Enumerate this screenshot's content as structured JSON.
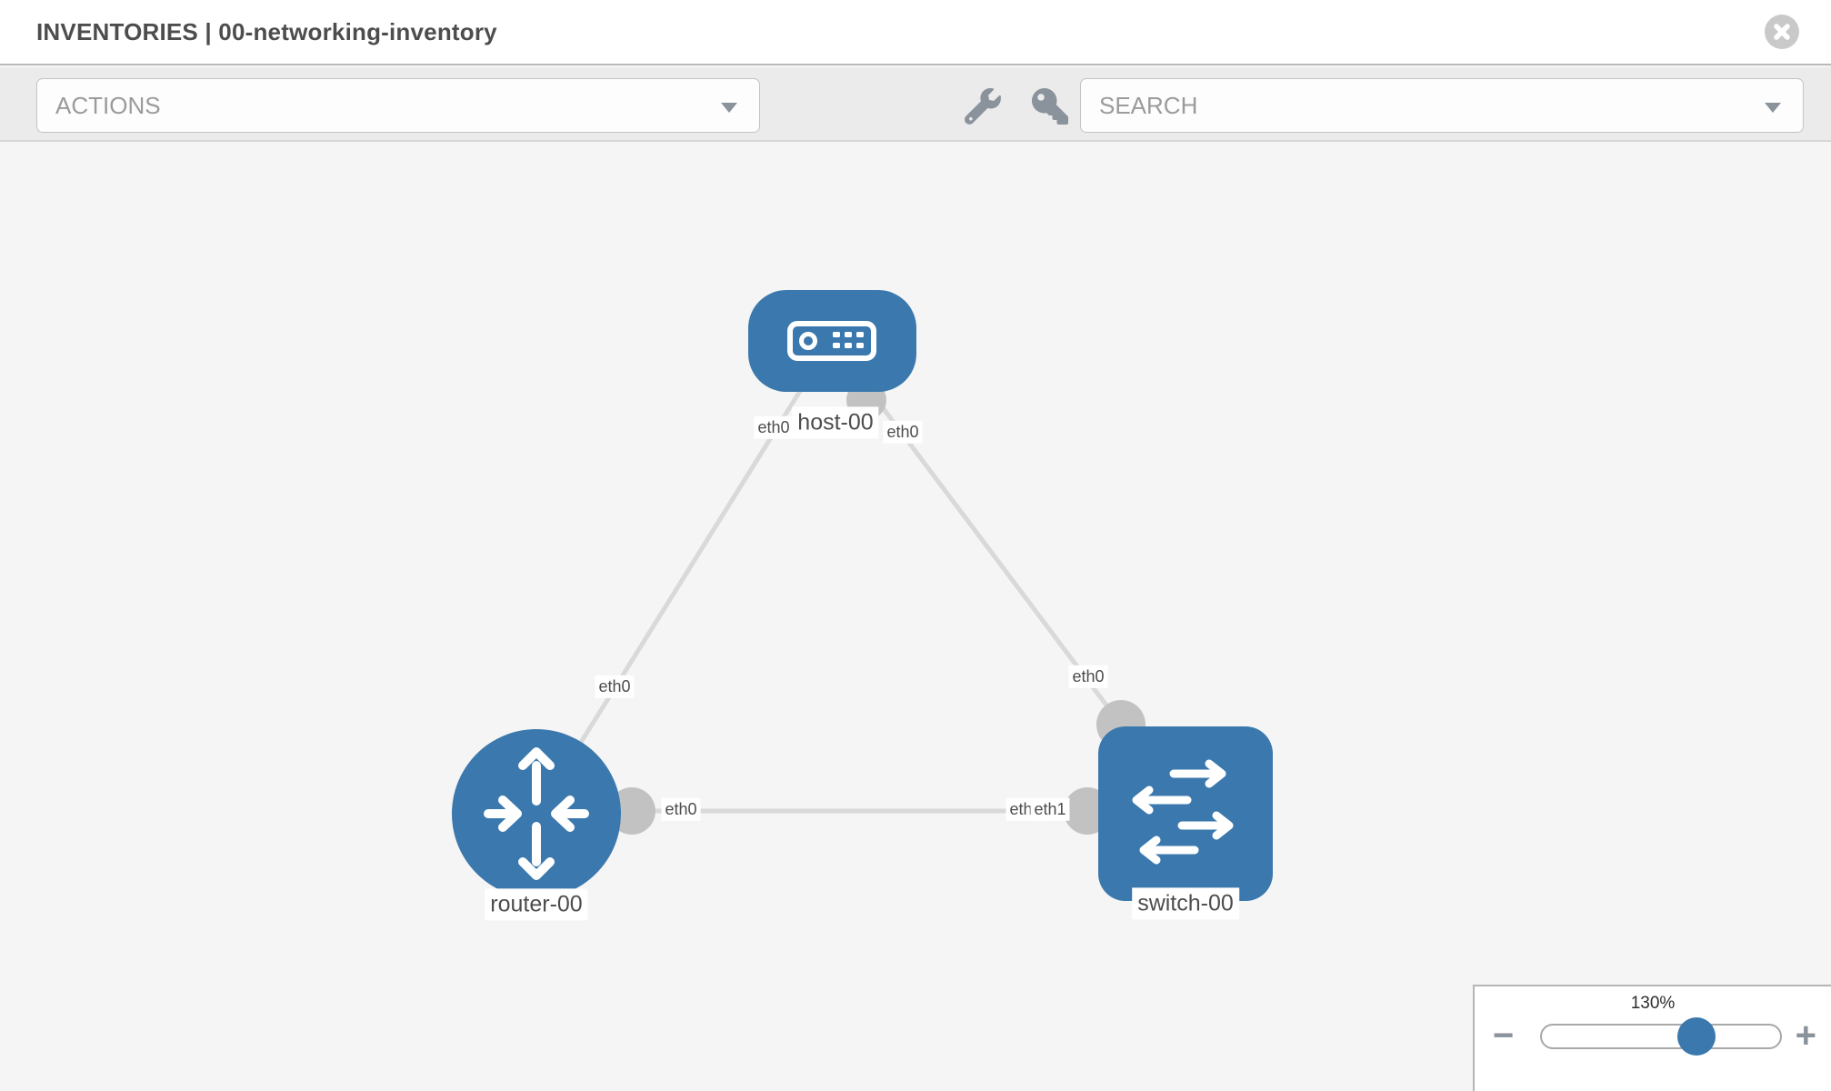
{
  "header": {
    "title": "INVENTORIES | 00-networking-inventory"
  },
  "toolbar": {
    "actions_placeholder": "ACTIONS",
    "search_placeholder": "SEARCH",
    "tools": [
      {
        "icon": "wrench-icon"
      },
      {
        "icon": "key-icon"
      }
    ]
  },
  "topology": {
    "nodes": [
      {
        "id": "host-00",
        "type": "host",
        "label": "host-00",
        "icon": "server-icon"
      },
      {
        "id": "router-00",
        "type": "router",
        "label": "router-00",
        "icon": "router-icon"
      },
      {
        "id": "switch-00",
        "type": "switch",
        "label": "switch-00",
        "icon": "switch-icon"
      }
    ],
    "links": [
      {
        "source": "host-00",
        "target": "router-00",
        "source_interface": "eth0",
        "target_interface": "eth0"
      },
      {
        "source": "host-00",
        "target": "switch-00",
        "source_interface": "eth0",
        "target_interface": "eth0"
      },
      {
        "source": "router-00",
        "target": "switch-00",
        "source_interface": "eth0",
        "target_interface": "eth1"
      }
    ],
    "labels": {
      "host_name": "host-00",
      "router_name": "router-00",
      "switch_name": "switch-00",
      "host_if_left": "eth0",
      "host_if_right": "eth0",
      "link_host_router_if": "eth0",
      "link_host_switch_if": "eth0",
      "router_if_right": "eth0",
      "switch_if_under": "eth0",
      "switch_if_over": "eth1"
    }
  },
  "zoom_control": {
    "level": "130%",
    "minus_label": "−",
    "plus_label": "+"
  },
  "colors": {
    "node_blue": "#3a78ad",
    "edge_gray": "#d9d9d9",
    "connector_gray": "#c2c2c2",
    "icon_gray": "#8a929b",
    "toolbar_bg": "#ebebeb",
    "canvas_bg": "#f5f5f5"
  }
}
